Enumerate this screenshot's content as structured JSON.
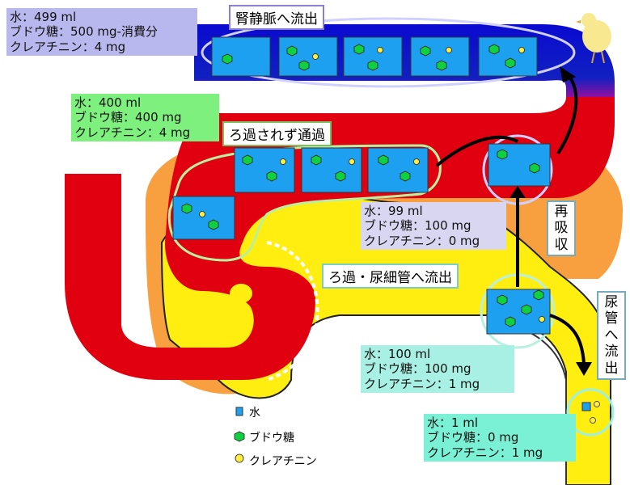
{
  "labels": {
    "renal_vein": {
      "water": "水：499 ml",
      "glucose": "ブドウ糖：500 mg-消費分",
      "creatinine": "クレアチニン：4 mg"
    },
    "not_filtered": {
      "water": "水：400 ml",
      "glucose": "ブドウ糖：400 mg",
      "creatinine": "クレアチニン：4 mg"
    },
    "reabsorbed": {
      "water": "水：99 ml",
      "glucose": "ブドウ糖：100 mg",
      "creatinine": "クレアチニン：0 mg"
    },
    "filtered": {
      "water": "水：100 ml",
      "glucose": "ブドウ糖：100 mg",
      "creatinine": "クレアチニン：1 mg"
    },
    "urine": {
      "water": "水：1 ml",
      "glucose": "ブドウ糖：0 mg",
      "creatinine": "クレアチニン：1 mg"
    }
  },
  "titles": {
    "renal_vein_out": "腎静脈へ流出",
    "passes_unfiltered": "ろ過されず通過",
    "filter_tubule_out": "ろ過・尿細管へ流出",
    "reabsorption": [
      "再",
      "吸",
      "収"
    ],
    "to_ureter": [
      "尿",
      "管",
      "へ",
      "流",
      "出"
    ]
  },
  "legend": {
    "water": "水",
    "glucose": "ブドウ糖",
    "creatinine": "クレアチニン"
  },
  "colors": {
    "vessel_red": "#e00010",
    "vein_blue": "#1010c8",
    "capsule_orange": "#f8a040",
    "tubule_yellow": "#ffee10",
    "block_blue": "#1ea0f0",
    "glucose_green": "#10d040",
    "creatinine_yellow": "#ffee40"
  }
}
